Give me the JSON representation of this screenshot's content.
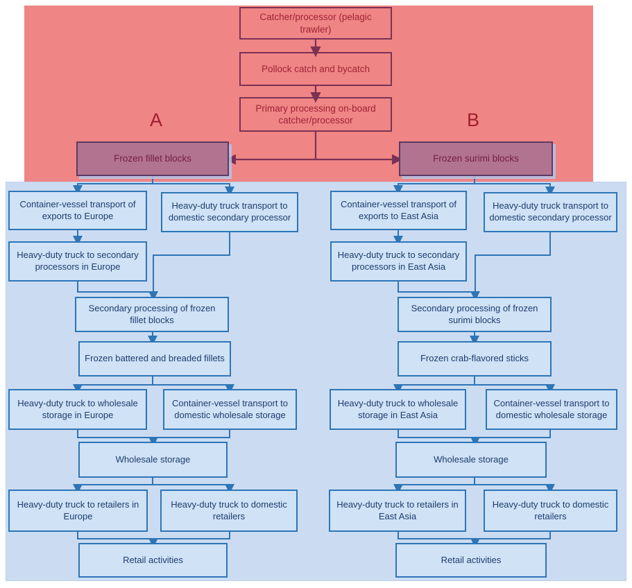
{
  "top": {
    "label_a": "A",
    "label_b": "B",
    "catcher": "Catcher/processor (pelagic trawler)",
    "pollock": "Pollock catch and bycatch",
    "primary": "Primary processing on-board catcher/processor",
    "fillet": "Frozen fillet blocks",
    "surimi": "Frozen surimi blocks"
  },
  "chain_a": {
    "export_transport": "Container-vessel transport of exports to Europe",
    "domestic_truck": "Heavy-duty truck transport to domestic secondary processor",
    "truck_secondary": "Heavy-duty truck to secondary processors in Europe",
    "secondary_processing": "Secondary processing of frozen fillet blocks",
    "product": "Frozen battered and breaded fillets",
    "truck_wholesale": "Heavy-duty truck to wholesale storage in Europe",
    "container_wholesale": "Container-vessel transport to domestic wholesale storage",
    "wholesale": "Wholesale storage",
    "truck_retailers": "Heavy-duty truck to retailers in Europe",
    "truck_domestic_retailers": "Heavy-duty truck to domestic retailers",
    "retail": "Retail activities"
  },
  "chain_b": {
    "export_transport": "Container-vessel transport of exports to East Asia",
    "domestic_truck": "Heavy-duty truck transport to domestic secondary processor",
    "truck_secondary": "Heavy-duty truck to secondary processors in East Asia",
    "secondary_processing": "Secondary processing of frozen surimi blocks",
    "product": "Frozen crab-flavored sticks",
    "truck_wholesale": "Heavy-duty truck to wholesale storage in East Asia",
    "container_wholesale": "Container-vessel transport to domestic wholesale storage",
    "wholesale": "Wholesale storage",
    "truck_retailers": "Heavy-duty truck to retailers in East Asia",
    "truck_domestic_retailers": "Heavy-duty truck to domestic retailers",
    "retail": "Retail activities"
  },
  "palette": {
    "sea_bg": "#ef8585",
    "sea_border": "#7c3154",
    "sea_text": "#9e2436",
    "branch_label": "#9e1f2d",
    "product_fill": "#b17390",
    "product_border": "#5c3a64",
    "product_text": "#73213f",
    "land_bg": "#cbdcf2",
    "land_edge": "#bdd0ec",
    "node_fill": "#cfe2f6",
    "node_border": "#2e75b6",
    "node_text": "#1f3c6e",
    "arrow_blue": "#2e75b6",
    "arrow_red": "#7c3154"
  }
}
